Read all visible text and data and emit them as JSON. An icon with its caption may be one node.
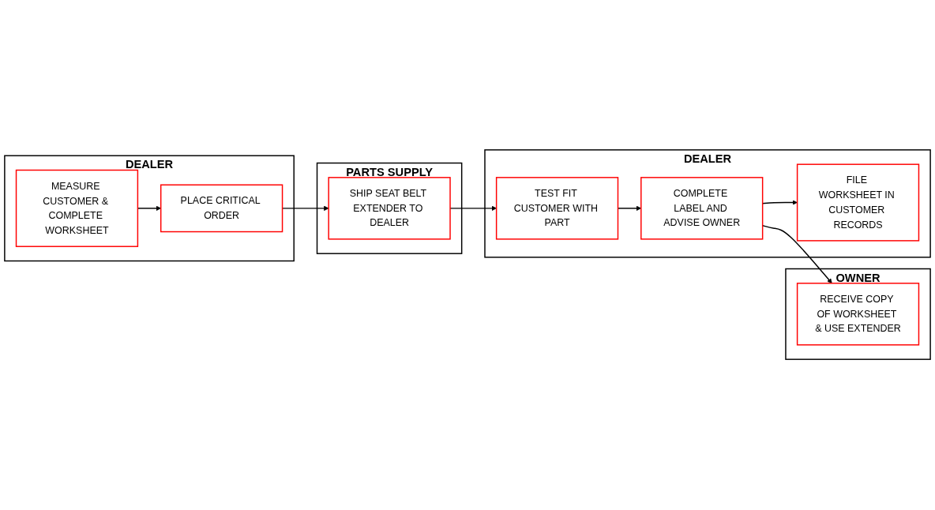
{
  "diagram": {
    "nodes": [
      {
        "text": [
          "DEALER"
        ]
      },
      {
        "text": [
          "MEASURE CUSTOMER & COMPLETE WORKSHEET"
        ],
        "in": 0
      },
      {
        "text": [
          "PLACE CRITICAL ORDER"
        ],
        "in": 0
      },
      {
        "text": [
          "PARTS SUPPLY"
        ]
      },
      {
        "text": [
          "SHIP SEAT BELT EXTENDER TO DEALER"
        ],
        "in": 3
      },
      {
        "text": [
          "DEALER"
        ]
      },
      {
        "text": [
          "TEST FIT CUSTOMER WITH PART"
        ],
        "in": 5
      },
      {
        "text": [
          "COMPLETE LABEL AND ADVISE OWNER"
        ],
        "in": 5
      },
      {
        "text": [
          "FILE WORKSHEET IN CUSTOMER RECORDS"
        ],
        "in": 5
      },
      {
        "text": [
          "OWNER"
        ]
      },
      {
        "text": [
          "RECEIVE COPY OF WORKSHEET & USE EXTENDER"
        ],
        "in": 9
      }
    ],
    "edges": [
      {
        "from": 1,
        "to": 2,
        "arrow": "to"
      },
      {
        "from": 2,
        "to": 4,
        "arrow": "to"
      },
      {
        "from": 4,
        "to": 6,
        "arrow": "to"
      },
      {
        "from": 6,
        "to": 7,
        "arrow": "to"
      },
      {
        "from": 7,
        "to": 10,
        "arrow": "to"
      },
      {
        "from": 7,
        "to": 8,
        "arrow": "to"
      }
    ]
  }
}
